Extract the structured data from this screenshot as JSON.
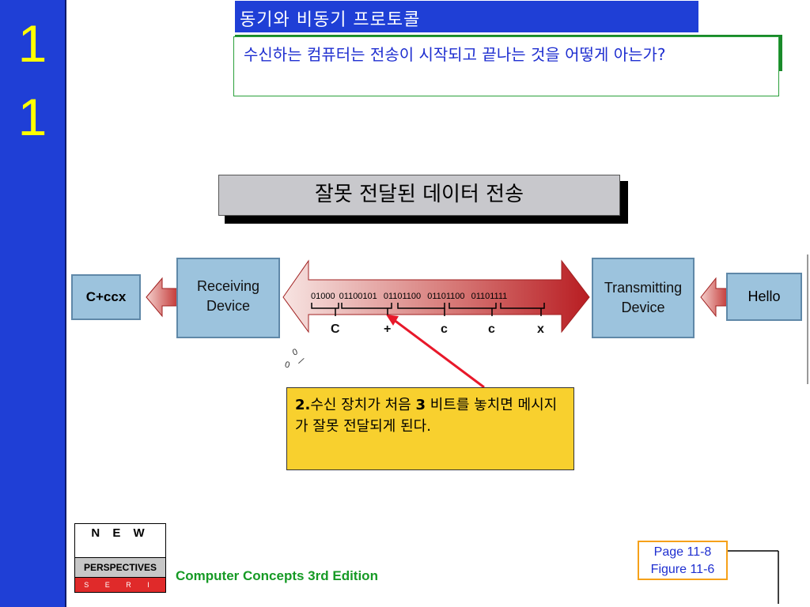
{
  "chapter": {
    "digits": [
      "1",
      "1"
    ]
  },
  "slide": {
    "title": "동기와 비동기 프로토콜",
    "question": "수신하는 컴퓨터는 전송이 시작되고 끝나는 것을 어떻게 아는가?",
    "heading": "잘못 전달된 데이터 전송"
  },
  "diagram": {
    "output_text": "C+ccx",
    "receiver_line1": "Receiving",
    "receiver_line2": "Device",
    "transmitter_line1": "Transmitting",
    "transmitter_line2": "Device",
    "input_text": "Hello",
    "bit_groups": [
      "01000",
      "01100101",
      "01101100",
      "01101100",
      "01101111"
    ],
    "decoded_chars": [
      "C",
      "+",
      "c",
      "c",
      "x"
    ],
    "lost_bits": "0"
  },
  "note": {
    "prefix": "2.",
    "text_part1": "수신 장치가 처음 ",
    "number": "3",
    "text_part2": " 비트를 놓치면 메시지가 잘못 전달되게 된다."
  },
  "footer": {
    "logo_new": "N E W",
    "logo_perspectives": "PERSPECTIVES",
    "logo_series": "S E R I E S",
    "edition": "Computer Concepts 3rd Edition",
    "page": "Page 11-8",
    "figure": "Figure 11-6"
  },
  "colors": {
    "chapter_bar": "#1f3fd6",
    "chapter_digits": "#ffff00",
    "title_bar": "#1f3fd6",
    "question_text": "#1f2fd0",
    "device_box": "#9cc3dd",
    "arrow_red": "#c0282a",
    "note_bg": "#f8d02e",
    "edition_text": "#169a25",
    "page_ref_border": "#f6a11a"
  }
}
